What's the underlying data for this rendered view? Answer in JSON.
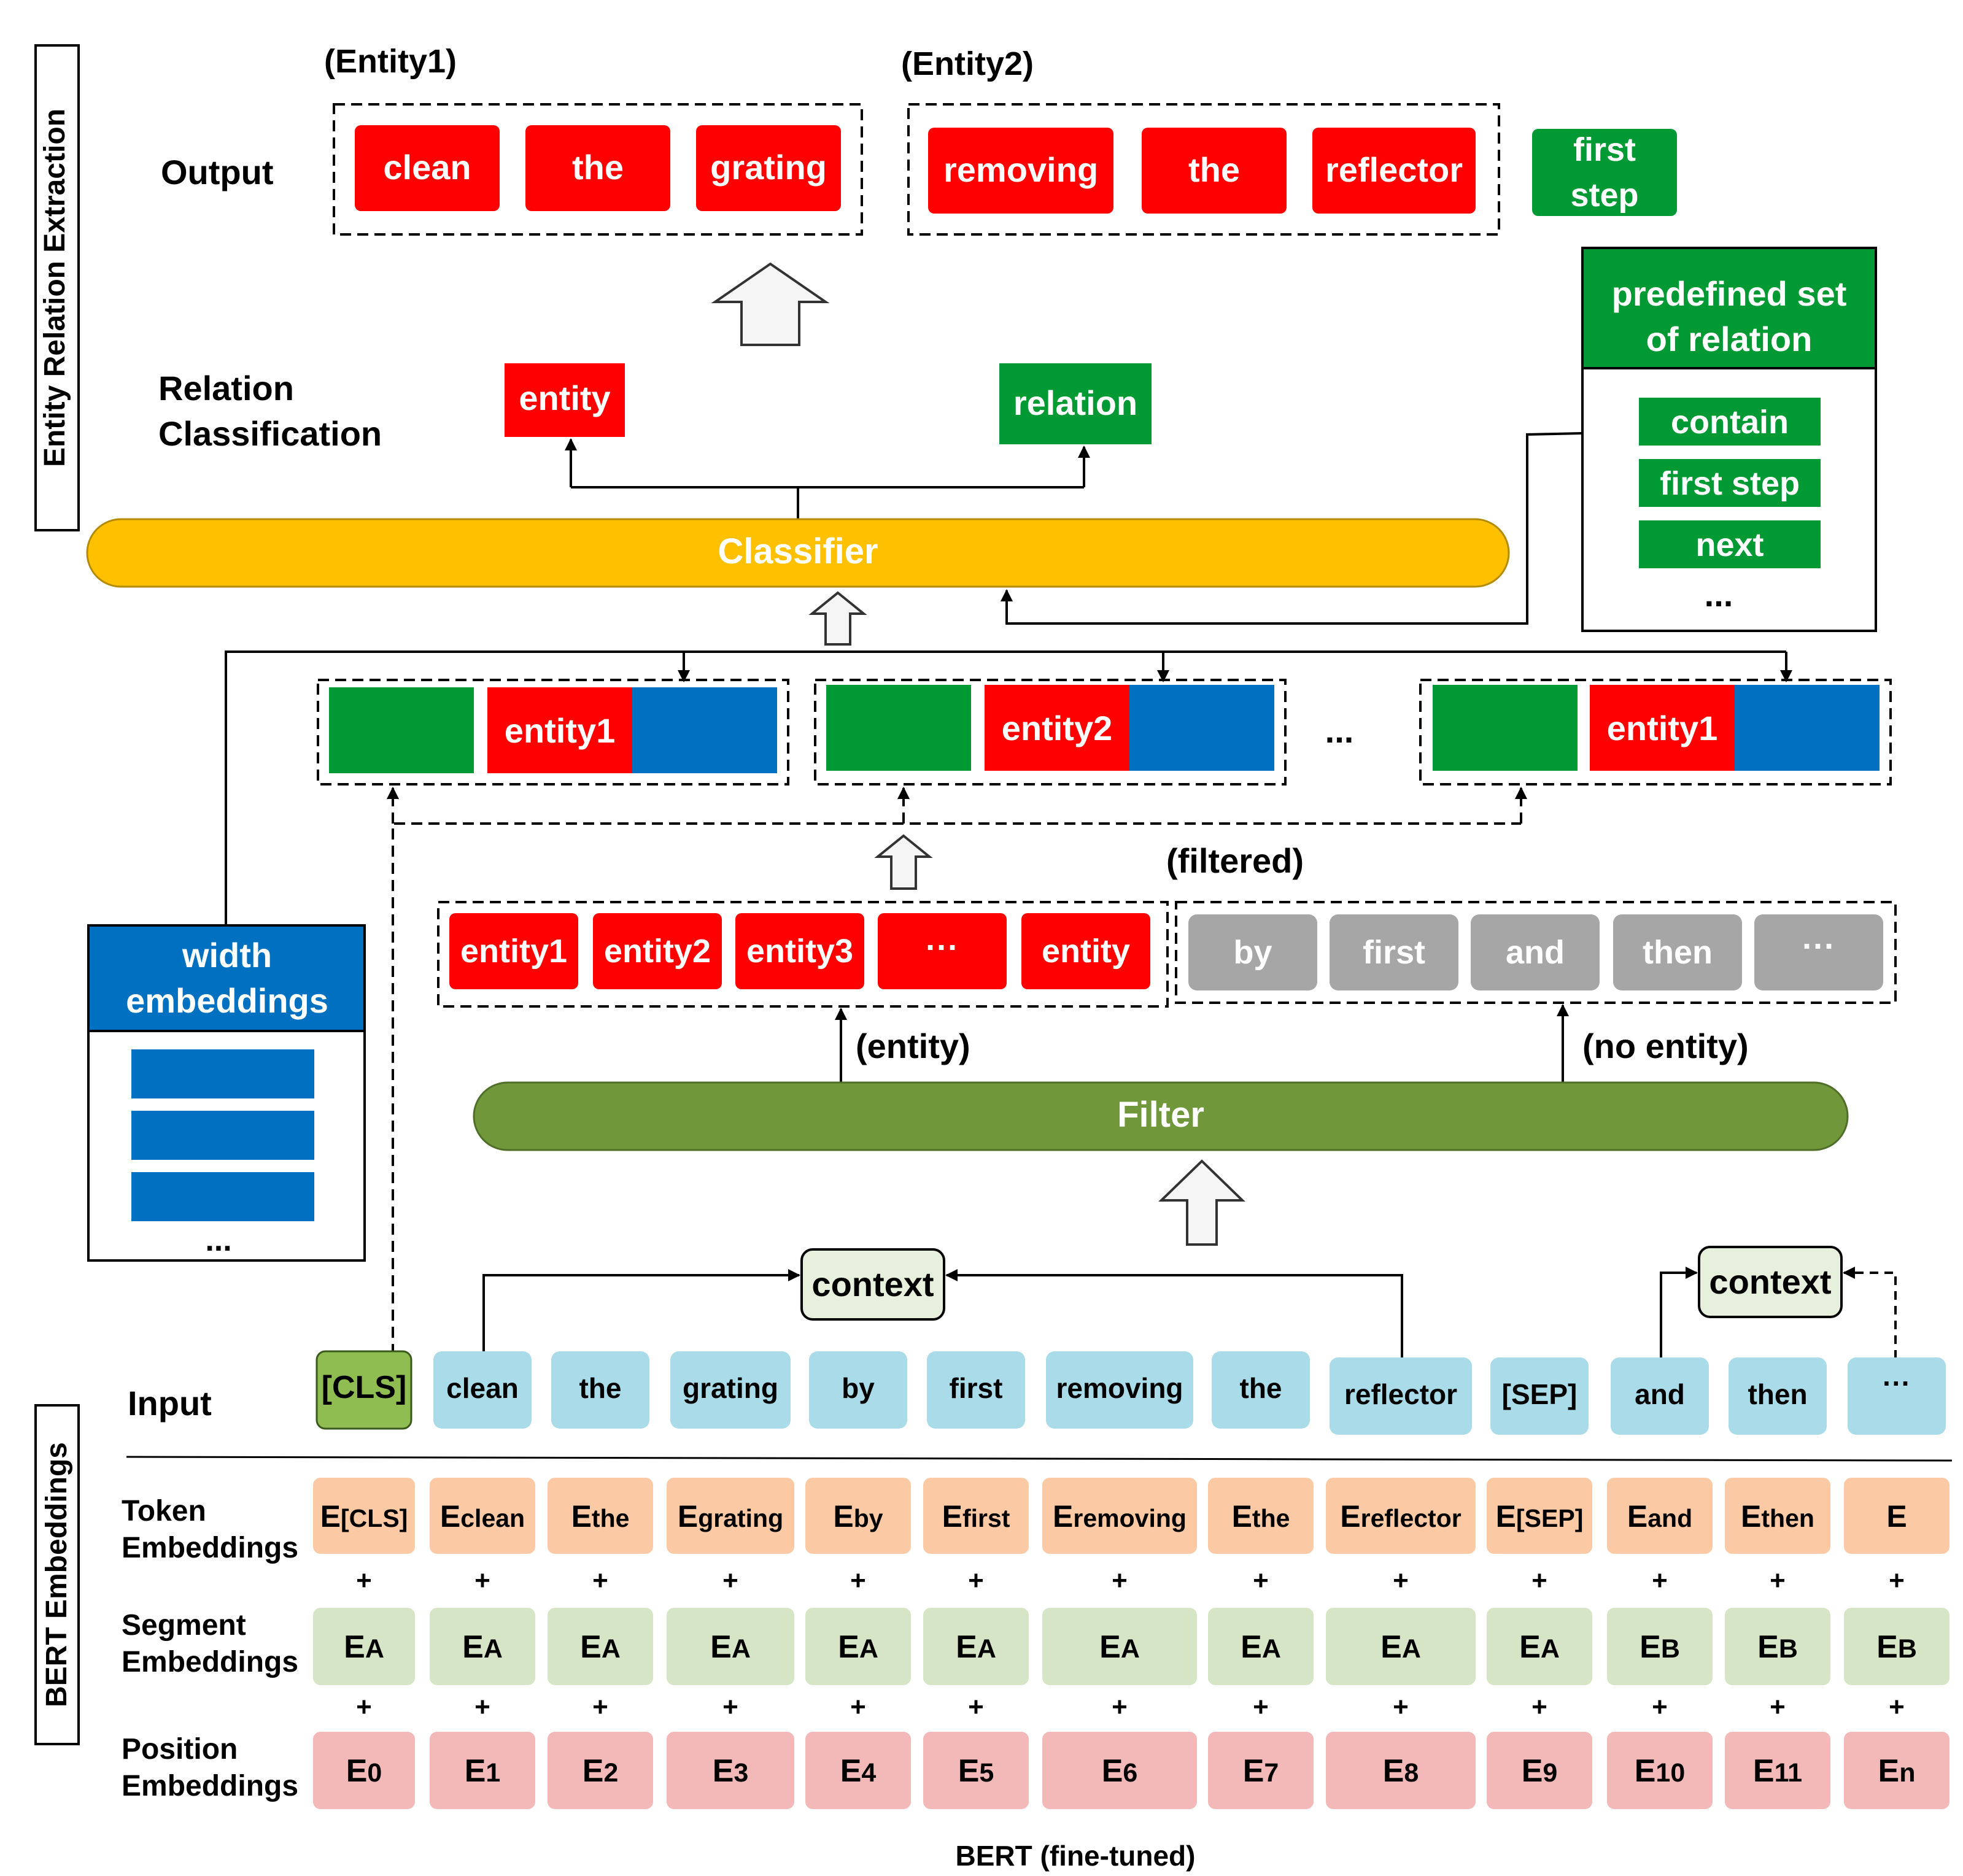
{
  "side_labels": {
    "top": "Entity Relation Extraction",
    "bottom": "BERT Embeddings"
  },
  "output": {
    "label": "Output",
    "entity1_caption": "(Entity1)",
    "entity2_caption": "(Entity2)",
    "entity1_tokens": [
      "clean",
      "the",
      "grating"
    ],
    "entity2_tokens": [
      "removing",
      "the",
      "reflector"
    ],
    "relation_line1": "first",
    "relation_line2": "step"
  },
  "relation_classification": {
    "label_line1": "Relation",
    "label_line2": "Classification",
    "entity_box": "entity",
    "relation_box": "relation",
    "classifier": "Classifier"
  },
  "predefined": {
    "title_line1": "predefined set",
    "title_line2": "of relation",
    "items": [
      "contain",
      "first step",
      "next"
    ],
    "more": "..."
  },
  "span_groups": {
    "labels": [
      "entity1",
      "entity2",
      "entity1"
    ],
    "more": "..."
  },
  "width_embeddings": {
    "title_line1": "width",
    "title_line2": "embeddings",
    "more": "..."
  },
  "filter": {
    "label": "Filter",
    "filtered_caption": "(filtered)",
    "entity_caption": "(entity)",
    "no_entity_caption": "(no entity)",
    "entity_tokens": [
      "entity1",
      "entity2",
      "entity3",
      "···",
      "entity"
    ],
    "non_entity_tokens": [
      "by",
      "first",
      "and",
      "then",
      "···"
    ]
  },
  "context": {
    "left": "context",
    "right": "context"
  },
  "input": {
    "label": "Input",
    "tokens": [
      "[CLS]",
      "clean",
      "the",
      "grating",
      "by",
      "first",
      "removing",
      "the",
      "reflector",
      "[SEP]",
      "and",
      "then",
      "···"
    ]
  },
  "embeddings": {
    "token_label_line1": "Token",
    "token_label_line2": "Embeddings",
    "segment_label_line1": "Segment",
    "segment_label_line2": "Embeddings",
    "position_label_line1": "Position",
    "position_label_line2": "Embeddings",
    "plus": "+",
    "token": [
      {
        "base": "E",
        "sub": "[CLS]"
      },
      {
        "base": "E",
        "sub": "clean"
      },
      {
        "base": "E",
        "sub": "the"
      },
      {
        "base": "E",
        "sub": "grating"
      },
      {
        "base": "E",
        "sub": "by"
      },
      {
        "base": "E",
        "sub": "first"
      },
      {
        "base": "E",
        "sub": "removing"
      },
      {
        "base": "E",
        "sub": "the"
      },
      {
        "base": "E",
        "sub": "reflector"
      },
      {
        "base": "E",
        "sub": "[SEP]"
      },
      {
        "base": "E",
        "sub": "and"
      },
      {
        "base": "E",
        "sub": "then"
      },
      {
        "base": "E",
        "sub": ""
      }
    ],
    "segment": [
      {
        "base": "E",
        "sub": "A"
      },
      {
        "base": "E",
        "sub": "A"
      },
      {
        "base": "E",
        "sub": "A"
      },
      {
        "base": "E",
        "sub": "A"
      },
      {
        "base": "E",
        "sub": "A"
      },
      {
        "base": "E",
        "sub": "A"
      },
      {
        "base": "E",
        "sub": "A"
      },
      {
        "base": "E",
        "sub": "A"
      },
      {
        "base": "E",
        "sub": "A"
      },
      {
        "base": "E",
        "sub": "A"
      },
      {
        "base": "E",
        "sub": "B"
      },
      {
        "base": "E",
        "sub": "B"
      },
      {
        "base": "E",
        "sub": "B"
      }
    ],
    "position": [
      {
        "base": "E",
        "sub": "0"
      },
      {
        "base": "E",
        "sub": "1"
      },
      {
        "base": "E",
        "sub": "2"
      },
      {
        "base": "E",
        "sub": "3"
      },
      {
        "base": "E",
        "sub": "4"
      },
      {
        "base": "E",
        "sub": "5"
      },
      {
        "base": "E",
        "sub": "6"
      },
      {
        "base": "E",
        "sub": "7"
      },
      {
        "base": "E",
        "sub": "8"
      },
      {
        "base": "E",
        "sub": "9"
      },
      {
        "base": "E",
        "sub": "10"
      },
      {
        "base": "E",
        "sub": "11"
      },
      {
        "base": "E",
        "sub": "n"
      }
    ]
  },
  "footer": "BERT (fine-tuned)",
  "colors": {
    "red": "#ff0000",
    "green": "#009933",
    "blue": "#0070c0",
    "classifier_yellow": "#ffc000",
    "filter_green": "#70983b",
    "gray": "#a6a6a6",
    "light_blue": "#a9dbe8",
    "cls_green": "#8fbd52",
    "context_fill": "#e6f0dd",
    "token_orange": "#fbc9a4",
    "segment_green": "#d7e5c7",
    "position_pink": "#f2b9b8"
  }
}
